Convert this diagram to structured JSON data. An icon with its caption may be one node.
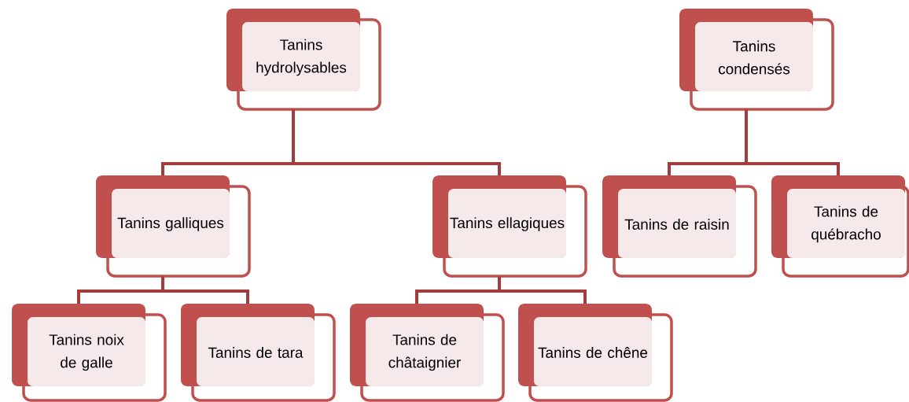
{
  "diagram": {
    "nodes": [
      {
        "text": [
          "Tanins hydrolysables"
        ]
      },
      {
        "text": [
          "Tanins condensés"
        ]
      },
      {
        "text": [
          "Tanins galliques"
        ]
      },
      {
        "text": [
          "Tanins ellagiques"
        ]
      },
      {
        "text": [
          "Tanins de raisin"
        ]
      },
      {
        "text": [
          "Tanins de québracho"
        ]
      },
      {
        "text": [
          "Tanins noix de galle"
        ]
      },
      {
        "text": [
          "Tanins de tara"
        ]
      },
      {
        "text": [
          "Tanins de châtaignier"
        ]
      },
      {
        "text": [
          "Tanins de chêne"
        ]
      }
    ],
    "edges": [
      {
        "from": 0,
        "to": 2,
        "arrow": "none"
      },
      {
        "from": 0,
        "to": 3,
        "arrow": "none"
      },
      {
        "from": 1,
        "to": 4,
        "arrow": "none"
      },
      {
        "from": 1,
        "to": 5,
        "arrow": "none"
      },
      {
        "from": 2,
        "to": 6,
        "arrow": "none"
      },
      {
        "from": 2,
        "to": 7,
        "arrow": "none"
      },
      {
        "from": 3,
        "to": 8,
        "arrow": "none"
      },
      {
        "from": 3,
        "to": 9,
        "arrow": "none"
      }
    ]
  }
}
